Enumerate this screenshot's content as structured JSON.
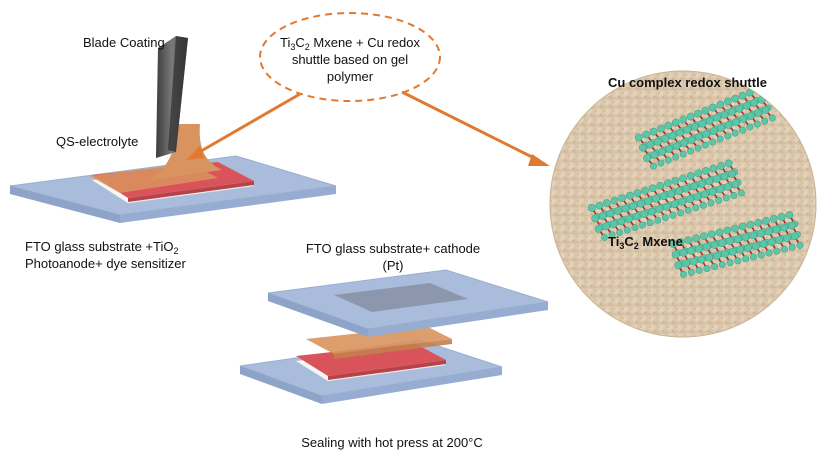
{
  "labels": {
    "blade_coating": "Blade Coating",
    "qs_electrolyte": "QS-electrolyte",
    "photoanode_line1_a": "FTO glass substrate +TiO",
    "photoanode_line1_sub": "2",
    "photoanode_line2": "Photoanode+ dye sensitizer",
    "cathode_line1": "FTO glass substrate+ cathode",
    "cathode_line2": "(Pt)",
    "sealing_a": "Sealing with hot press at 200",
    "sealing_unit": "°C"
  },
  "bubble": {
    "ti": "Ti",
    "sub3": "3",
    "c": "C",
    "sub2": "2",
    "line1_rest": " Mxene + Cu redox",
    "line2": "shuttle based on gel",
    "line3": "polymer"
  },
  "circle_labels": {
    "cu_complex": "Cu complex redox shuttle",
    "mxene_ti": "Ti",
    "mxene_sub3": "3",
    "mxene_c": "C",
    "mxene_sub2": "2",
    "mxene_rest": " Mxene"
  },
  "colors": {
    "arrow": "#e07a32",
    "glass": "#a9bcdc",
    "glass_dark": "#8ea3c8",
    "tio2": "#d8545a",
    "electrolyte": "#d9935e",
    "sand": "#dcc8ae",
    "atom": "#5cc7a8",
    "bond": "#b3242e"
  }
}
